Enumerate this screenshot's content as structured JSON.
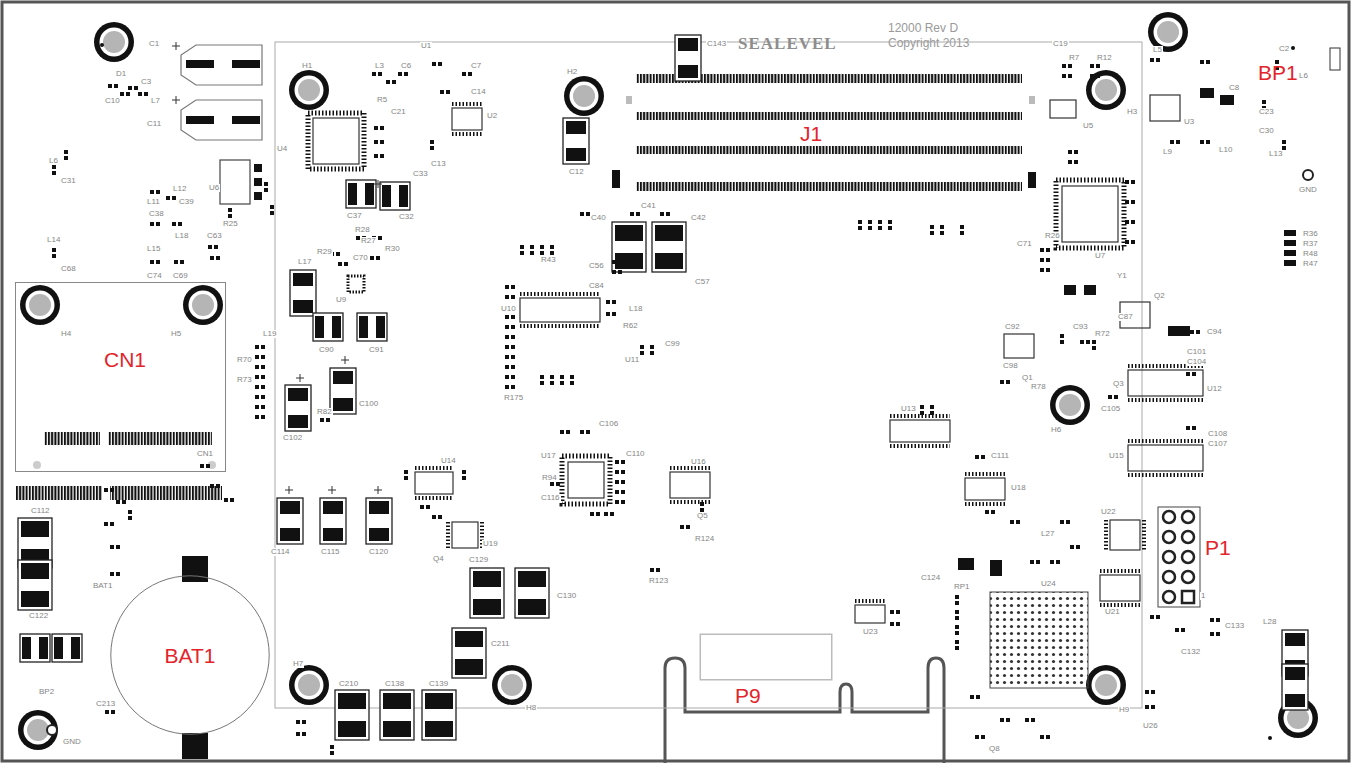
{
  "diagram": {
    "nodes": [
      {
        "text": [
          "CN1"
        ]
      },
      {
        "text": [
          "BAT1"
        ]
      },
      {
        "text": [
          "P9"
        ]
      }
    ],
    "labels": [
      "SEALEVEL",
      "12000 Rev D",
      "Copyright 2013",
      "J1",
      "P1",
      "BP1",
      "H1",
      "H2",
      "H3",
      "H4",
      "H5",
      "H6",
      "H7",
      "H8",
      "H9",
      "C1",
      "C11",
      "U6",
      "U4",
      "R5",
      "C21",
      "U1",
      "U2",
      "C13",
      "C14",
      "C12",
      "C143",
      "C57",
      "C40",
      "C41",
      "C42",
      "R7",
      "R12",
      "U5",
      "U3",
      "C8",
      "C23",
      "L9",
      "L10",
      "U7",
      "Y1",
      "Q2",
      "C94",
      "U12",
      "U15",
      "C108",
      "C107",
      "U13",
      "U18",
      "U16",
      "U17",
      "U14",
      "U19",
      "U10",
      "U9",
      "L17",
      "C90",
      "C91",
      "C100",
      "C102",
      "C114",
      "C115",
      "C120",
      "C129",
      "C130",
      "C211",
      "C210",
      "C138",
      "C139",
      "C122",
      "C112",
      "BAT1",
      "BP2",
      "C213",
      "GND",
      "GND",
      "L28",
      "U24",
      "U23",
      "U21",
      "U22",
      "U26",
      "Q8",
      "RP1",
      "C124",
      "L27",
      "C111",
      "C133",
      "C132",
      "R36",
      "R37",
      "R48",
      "R47",
      "C31",
      "L6",
      "C38",
      "C68",
      "C74",
      "C69",
      "L19",
      "R70",
      "R73",
      "C37",
      "C32",
      "C33",
      "R25",
      "1",
      "CN1",
      "R175",
      "U11",
      "C99",
      "Q5",
      "R124",
      "R123",
      "C110",
      "C106",
      "C116",
      "R94",
      "Q4",
      "R82",
      "Q3",
      "C105",
      "C101",
      "C104",
      "R78",
      "C98",
      "C92",
      "C93",
      "C71",
      "C19",
      "L5",
      "L13",
      "C30",
      "C2",
      "L6",
      "C63",
      "L15",
      "L18",
      "L11",
      "L12",
      "C39",
      "L14",
      "D1",
      "C3",
      "C10",
      "L7",
      "L3",
      "C6",
      "C7",
      "C84",
      "C56",
      "L18",
      "R62",
      "R43",
      "R28",
      "R27",
      "R30",
      "R29",
      "C70",
      "R26",
      "Q1",
      "C87",
      "R72"
    ]
  }
}
